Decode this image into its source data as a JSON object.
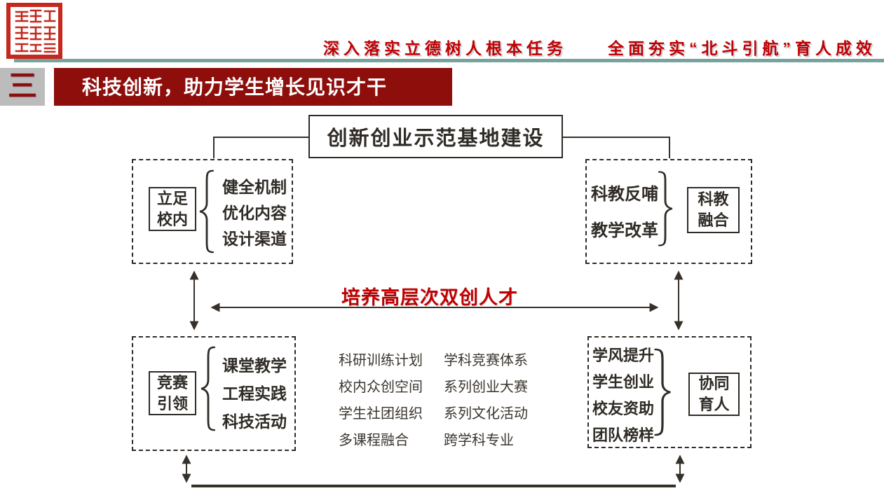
{
  "header": {
    "slogan": "深入落实立德树人根本任务　　全面夯实“北斗引航”育人成效",
    "section_index": "三",
    "section_title": "科技创新，助力学生增长见识才干"
  },
  "diagram": {
    "top_box_title": "创新创业示范基地建设",
    "center_slogan": "培养高层次双创人才",
    "quadrants": {
      "top_left": {
        "tag": "立足\n校内",
        "items": [
          "健全机制",
          "优化内容",
          "设计渠道"
        ]
      },
      "top_right": {
        "tag": "科教\n融合",
        "items": [
          "科教反哺",
          "教学改革"
        ]
      },
      "bottom_left": {
        "tag": "竞赛\n引领",
        "items": [
          "课堂教学",
          "工程实践",
          "科技活动"
        ]
      },
      "bottom_right": {
        "tag": "协同\n育人",
        "items": [
          "学风提升",
          "学生创业",
          "校友资助",
          "团队榜样"
        ]
      }
    },
    "center_list": {
      "col1": [
        "科研训练计划",
        "校内众创空间",
        "学生社团组织",
        "多课程融合"
      ],
      "col2": [
        "学科竞赛体系",
        "系列创业大赛",
        "系列文化活动",
        "跨学科专业"
      ]
    }
  },
  "colors": {
    "accent_red": "#c00000",
    "banner_red": "#8e0e0c",
    "teal_line": "#76a39c",
    "badge_gray": "#bcbcbc",
    "ink": "#2f2b26",
    "seal_red": "#c5281e"
  }
}
